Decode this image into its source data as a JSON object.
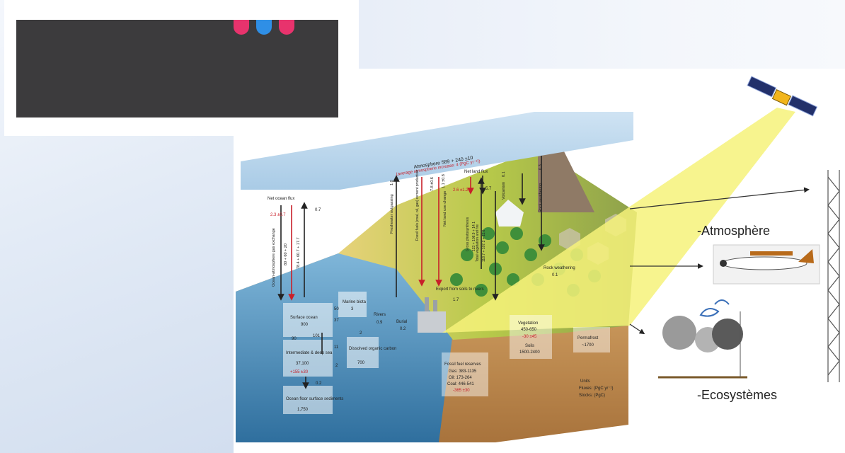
{
  "labels": {
    "atmosphere": "-Atmosphère",
    "ecosystems": "-Ecosystèmes"
  },
  "diagram": {
    "atmosphere_title": "Atmosphere 589 + 240 ±10",
    "atmosphere_increase": "(average atmospheric increase: 4 (PgC yr⁻¹))",
    "net_ocean_flux": "Net ocean flux",
    "ocean_flux_val": "2.3 ±0.7",
    "ocean_flux_up": "0.7",
    "ocean_gas_exchange": "Ocean-atmosphere gas exchange",
    "ocean_down": "80 + 60 + 20",
    "ocean_up": "78.4 + 60.7 + 17.7",
    "freshwater": "Freshwater outgassing",
    "freshwater_val": "1.0",
    "fossil_fuels": "Fossil fuels (coal, oil, gas) cement production",
    "fossil_val": "7.8 ±0.6",
    "land_use": "Net land use change",
    "land_use_val": "1.1 ±0.8",
    "net_land_flux": "Net land flux",
    "land_flux_val": "2.6 ±1.2",
    "land_flux_up": "5.7",
    "gross_photo": "Gross photosynthesis",
    "gross_photo_val": "123 + 108.9 + 14.1",
    "total_veg": "Total vegetation and fire",
    "total_veg_val": "118.7 + 107.2 + 11.6",
    "volcanism": "Volcanism",
    "volcanism_val": "0.1",
    "rock_weathering": "Rock weathering",
    "rock_weathering_val": "0.3",
    "rock_weathering_box": "Rock weathering",
    "rock_weathering_box_val": "0.1",
    "surface_ocean": "Surface ocean",
    "surface_ocean_val": "900",
    "marine_biota": "Marine biota",
    "marine_biota_val": "3",
    "flux_50": "50",
    "flux_37": "37",
    "flux_90": "90",
    "flux_101": "101",
    "flux_2a": "2",
    "flux_11": "11",
    "flux_2b": "2",
    "rivers": "Rivers",
    "rivers_val": "0.9",
    "intermediate": "Intermediate & deep sea",
    "intermediate_val": "37,100",
    "intermediate_delta": "+155 ±30",
    "doc": "Dissolved organic carbon",
    "doc_val": "700",
    "sed_flux": "0.2",
    "ocean_floor": "Ocean floor surface sediments",
    "ocean_floor_val": "1,750",
    "burial": "Burial",
    "burial_val": "0.2",
    "export": "Export from soils to rivers",
    "export_val": "1.7",
    "vegetation": "Vegetation",
    "vegetation_val": "450-650",
    "vegetation_delta": "-30 ±45",
    "soils": "Soils",
    "soils_val": "1500-2400",
    "permafrost": "Permafrost",
    "permafrost_val": "~1700",
    "fossil_reserves": "Fossil fuel reserves",
    "gas": "Gas: 383-1135",
    "oil": "Oil: 173-264",
    "coal": "Coal: 446-541",
    "fossil_delta": "-365 ±30",
    "units": "Units",
    "units_flux": "Fluxes: (PgC yr⁻¹)",
    "units_stock": "Stocks: (PgC)"
  },
  "colors": {
    "logo_dark": "#3c3b3d",
    "dot_pink": "#e8336d",
    "dot_blue": "#2f8fe6",
    "beam_yellow": "#f6f27a",
    "flux_red": "#c8202a"
  }
}
